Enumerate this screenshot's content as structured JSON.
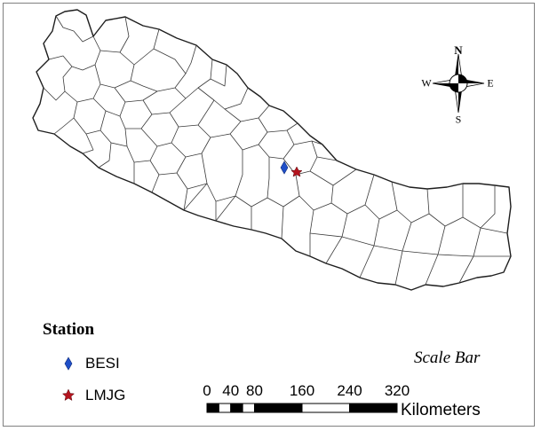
{
  "legend": {
    "title": "Station",
    "items": [
      {
        "label": "BESI",
        "symbol": "diamond",
        "color": "#1f4fc8"
      },
      {
        "label": "LMJG",
        "symbol": "star",
        "color": "#b4141e"
      }
    ]
  },
  "scale_bar": {
    "title": "Scale Bar",
    "ticks": [
      "0",
      "40",
      "80",
      "160",
      "240",
      "320"
    ],
    "tick_values": [
      0,
      40,
      80,
      160,
      240,
      320
    ],
    "unit": "Kilometers"
  },
  "north_arrow": {
    "n": "N",
    "s": "S",
    "e": "E",
    "w": "W"
  },
  "colors": {
    "boundary": "#3a3a3a",
    "besi_marker": "#1f4fc8",
    "lmjg_marker": "#b4141e"
  }
}
